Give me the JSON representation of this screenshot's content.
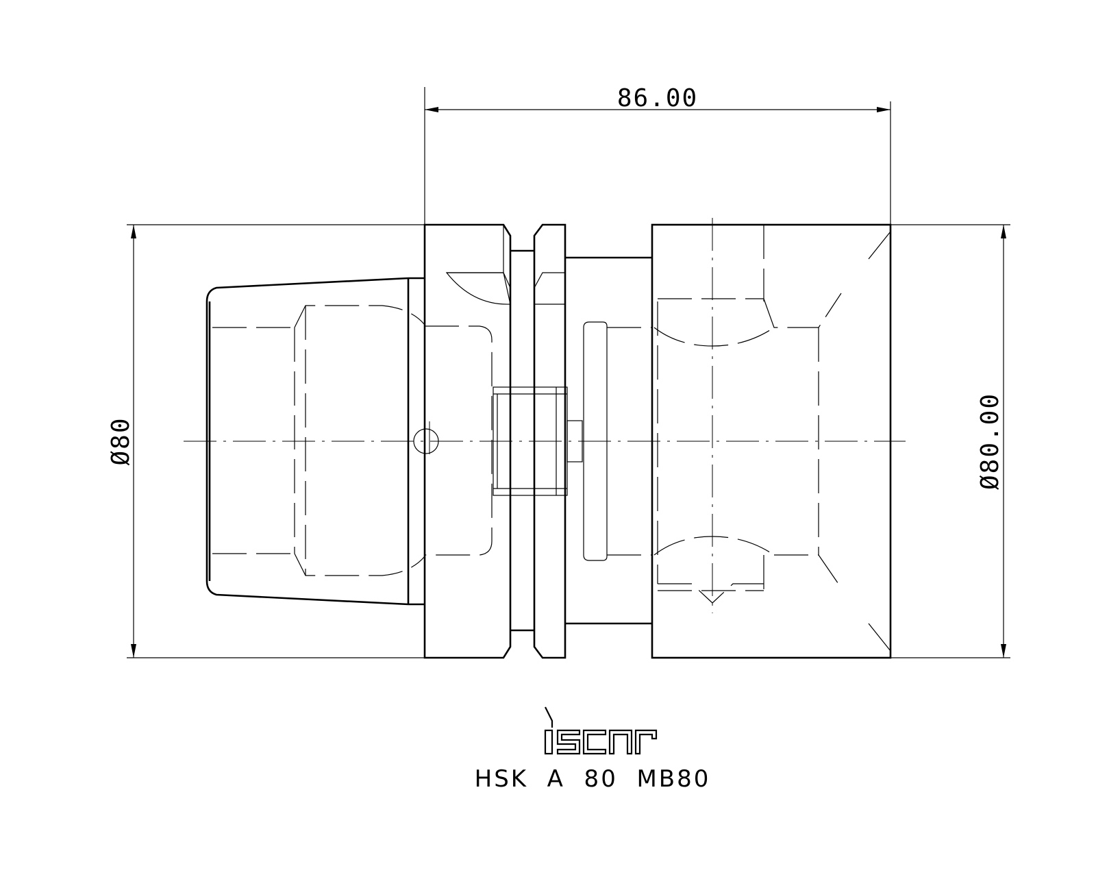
{
  "dimensions": {
    "overall_length": "86.00",
    "shank_diameter": "Ø80",
    "body_diameter": "Ø80.00"
  },
  "brand": {
    "logo_icon": "iscar-logo"
  },
  "caption": {
    "part_number": "HSK  A  80  MB80"
  }
}
